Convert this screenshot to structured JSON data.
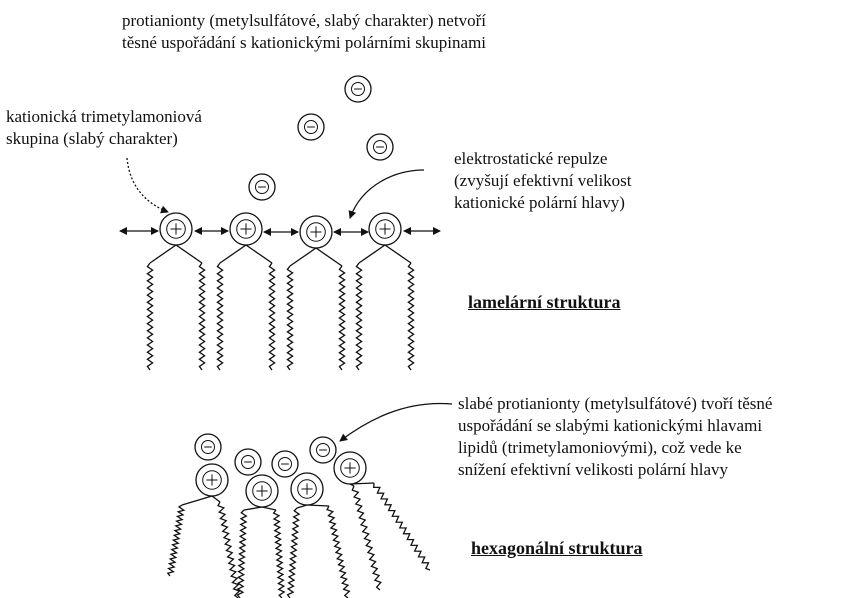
{
  "top_note": {
    "line1": "protianionty (metylsulfátové, slabý charakter) netvoří",
    "line2": "těsné uspořádání s kationickými polárními skupinami"
  },
  "cation_note": {
    "line1": "kationická trimetylamoniová",
    "line2": "skupina (slabý charakter)"
  },
  "repulsion_note": {
    "line1": "elektrostatické repulze",
    "line2": "(zvyšují efektivní velikost",
    "line3": "kationické polární hlavy)"
  },
  "lamellar_title": "lamelární struktura",
  "hex_note": {
    "line1": "slabé protianionty (metylsulfátové) tvoří těsné",
    "line2": "uspořádání se slabými kationickými hlavami",
    "line3": "lipidů (trimetylamoniovými), což vede ke",
    "line4": "snížení efektivní velikosti polární hlavy"
  },
  "hexagonal_title": "hexagonální struktura",
  "symbols": {
    "anion": "−",
    "cation": "+"
  }
}
